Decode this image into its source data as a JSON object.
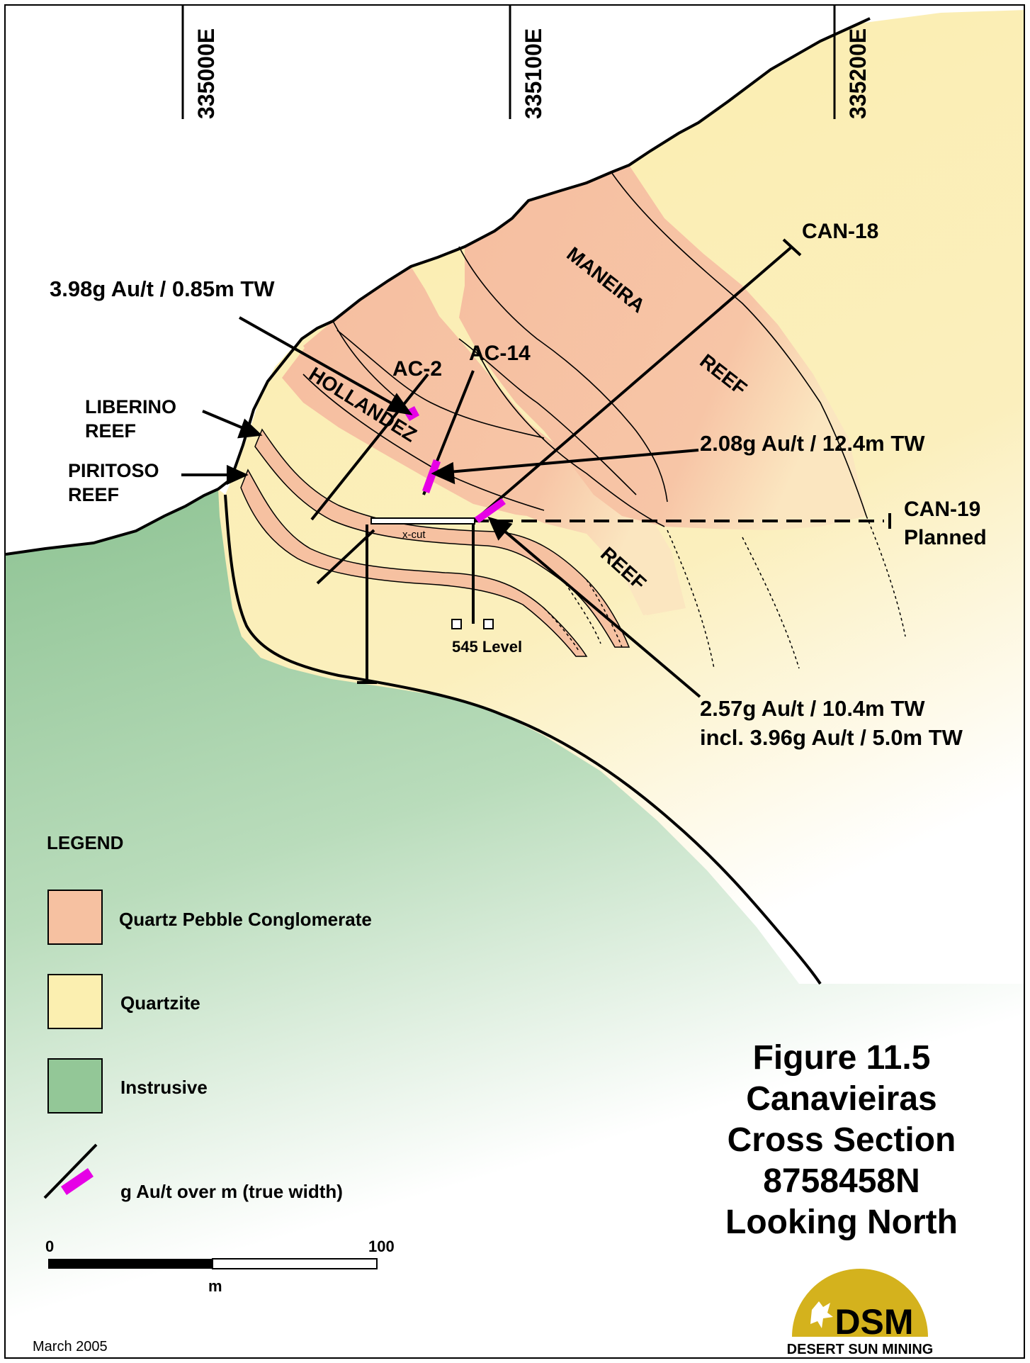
{
  "grid_eastings": [
    "335000E",
    "335100E",
    "335200E"
  ],
  "units": {
    "hollandez": "HOLLANDEZ",
    "hollandez_reef": "REEF",
    "maneira": "MANEIRA",
    "maneira_reef": "REEF",
    "liberino": [
      "LIBERINO",
      "REEF"
    ],
    "piritoso": [
      "PIRITOSO",
      "REEF"
    ]
  },
  "drillholes": {
    "can18": "CAN-18",
    "can19": [
      "CAN-19",
      "Planned"
    ],
    "ac2": "AC-2",
    "ac14": "AC-14"
  },
  "workings": {
    "xcut": "x-cut",
    "level": "545 Level"
  },
  "intercepts": {
    "top": "3.98g Au/t / 0.85m TW",
    "mid": "2.08g Au/t / 12.4m TW",
    "low": [
      "2.57g Au/t / 10.4m TW",
      "incl. 3.96g Au/t / 5.0m TW"
    ]
  },
  "legend": {
    "title": "LEGEND",
    "items": [
      {
        "label": "Quartz Pebble Conglomerate",
        "color": "#f6c1a1"
      },
      {
        "label": "Quartzite",
        "color": "#fbefb0"
      },
      {
        "label": "Instrusive",
        "color": "#93c797"
      },
      {
        "label": "g Au/t over m (true width)",
        "color": "#e600e6"
      }
    ]
  },
  "scale_bar": {
    "start": "0",
    "end": "100",
    "unit": "m"
  },
  "figure_title": [
    "Figure 11.5",
    "Canavieiras",
    "Cross Section",
    "8758458N",
    "Looking North"
  ],
  "date": "March 2005",
  "logo": {
    "mark": "DSM",
    "name": "DESERT SUN MINING",
    "color": "#d4b21d"
  },
  "colors": {
    "conglomerate": "#f6c1a1",
    "quartzite": "#fbefb0",
    "intrusive": "#93c797",
    "intercept": "#e600e6"
  }
}
